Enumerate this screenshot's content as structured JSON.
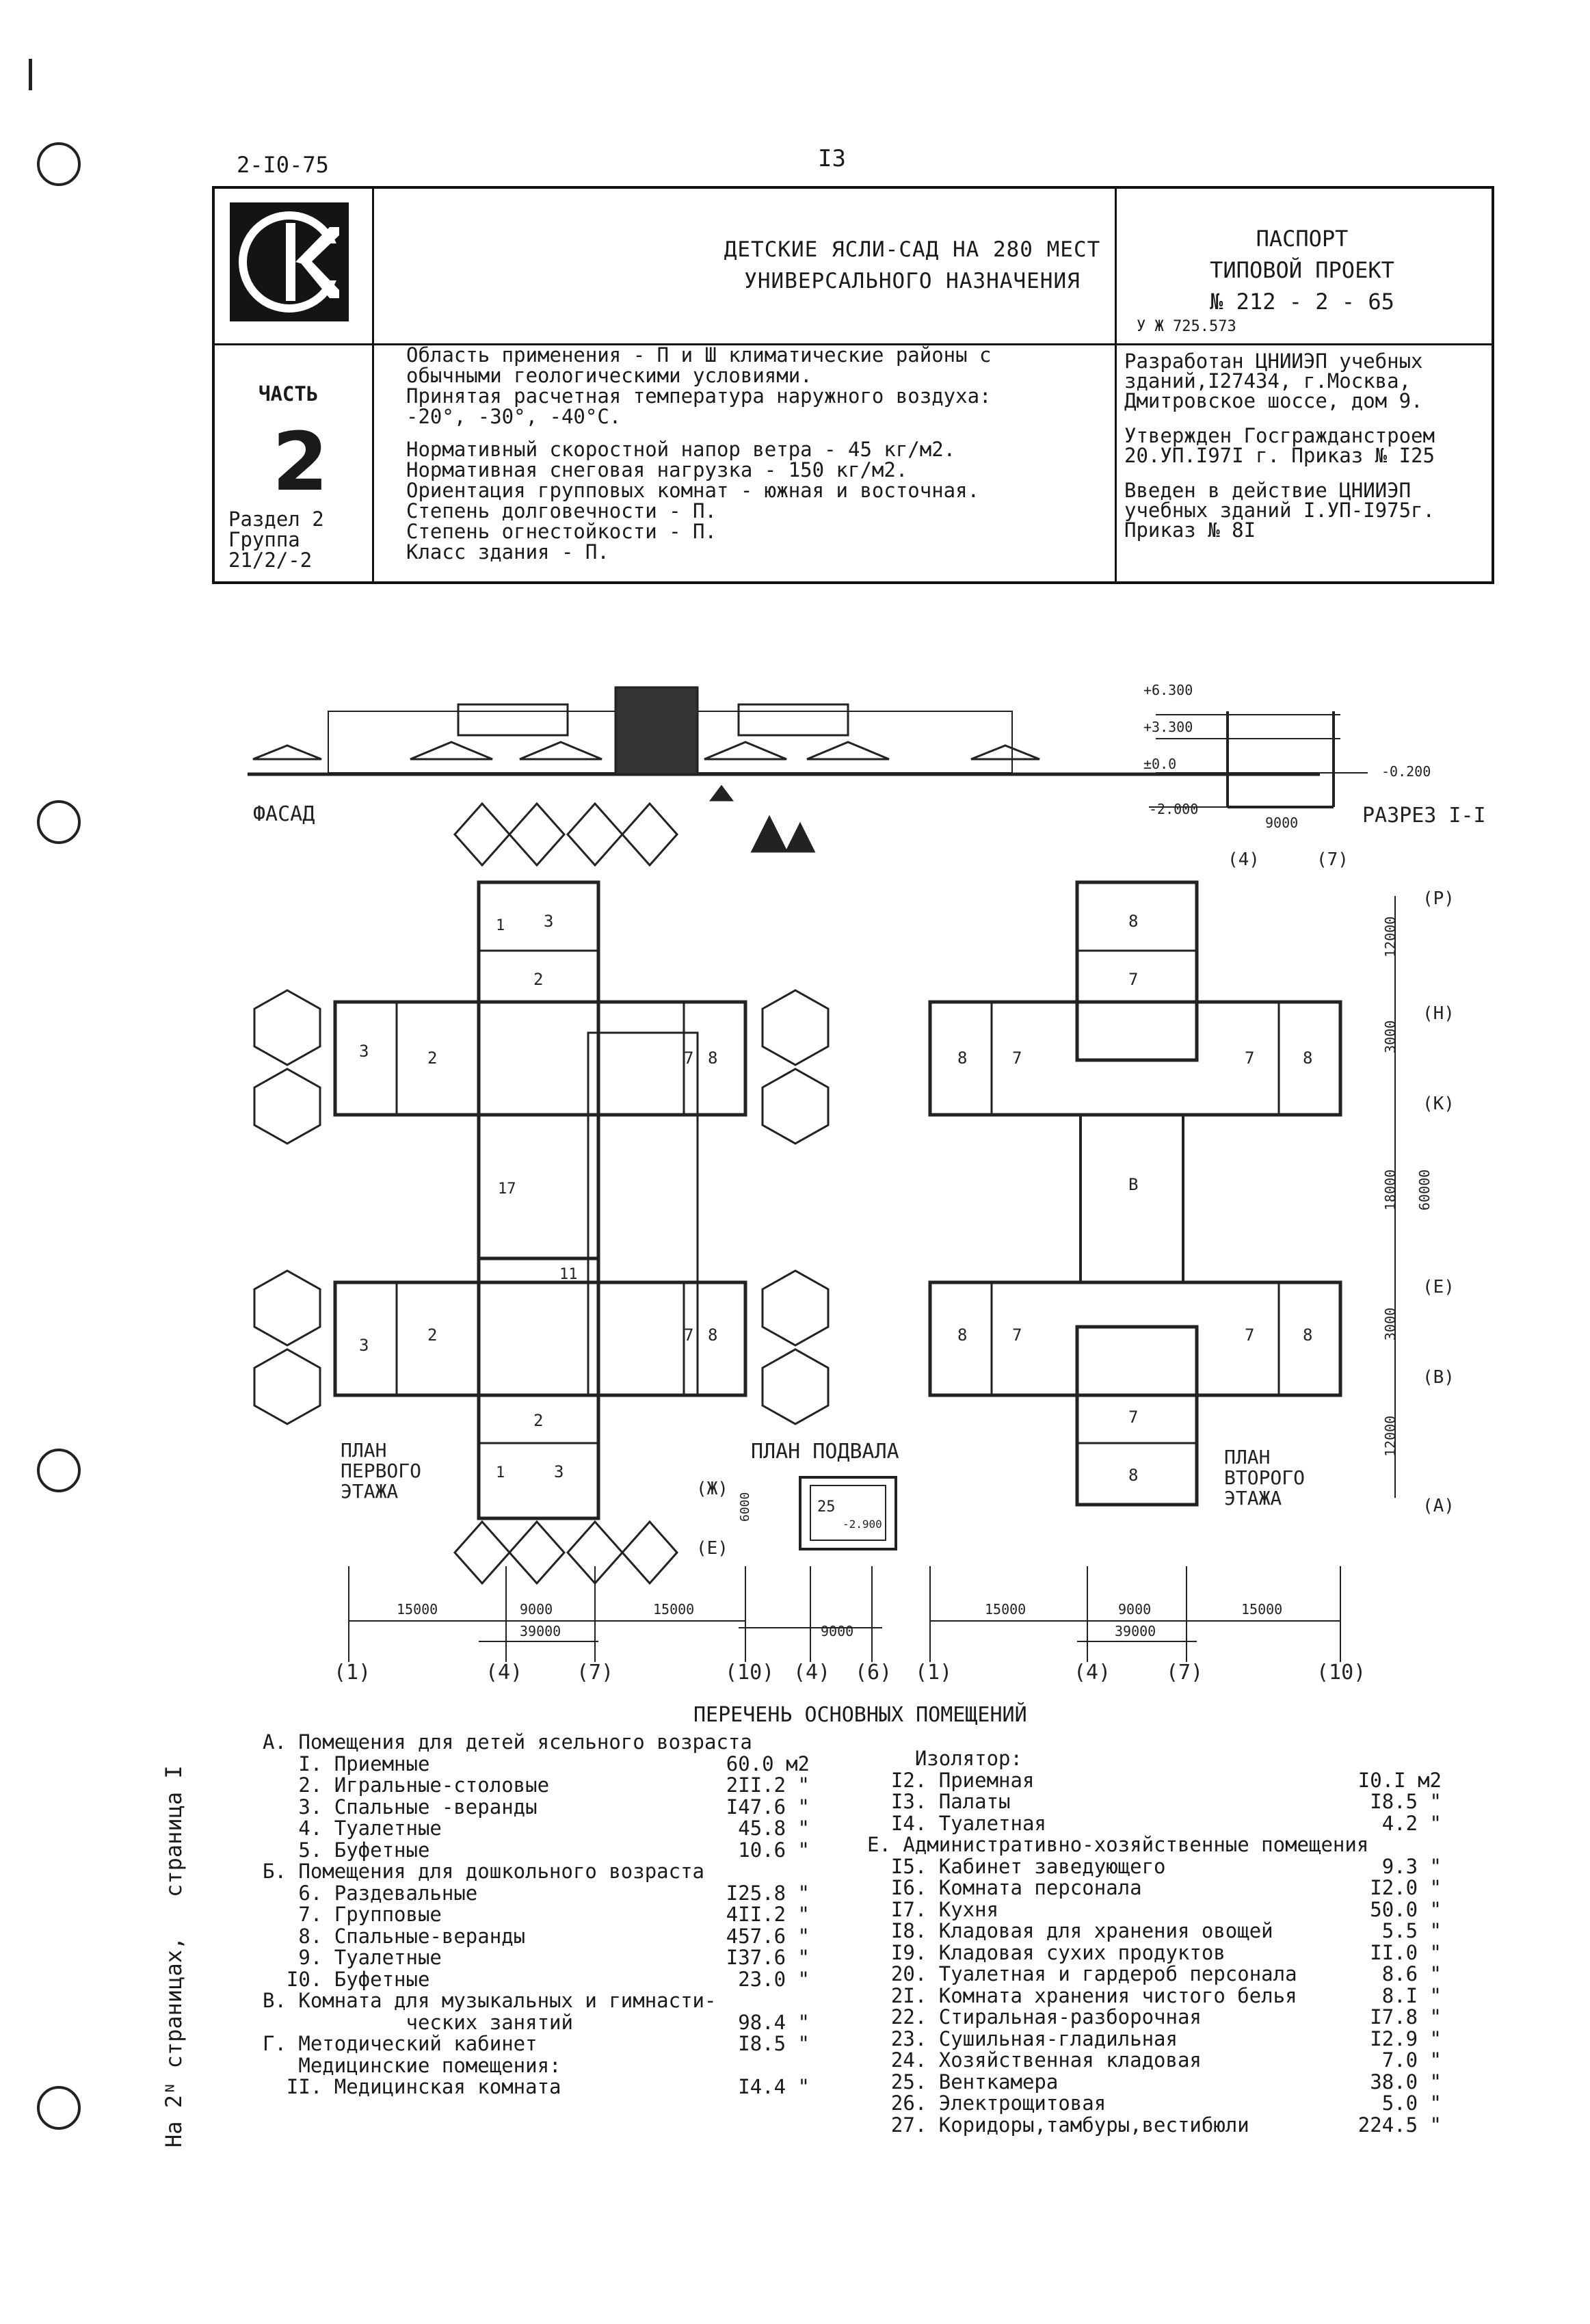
{
  "header": {
    "doc_code": "2-I0-75",
    "page_number": "I3"
  },
  "title_block": {
    "project_title_line1": "ДЕТСКИЕ ЯСЛИ-САД НА 280 МЕСТ",
    "project_title_line2": "УНИВЕРСАЛЬНОГО НАЗНАЧЕНИЯ",
    "passport_line1": "ПАСПОРТ",
    "passport_line2": "ТИПОВОЙ ПРОЕКТ",
    "passport_line3": "№ 212 - 2 - 65",
    "registry_code": "У Ж 725.573",
    "part_label": "ЧАСТЬ",
    "part_number": "2",
    "section": "Раздел 2",
    "group_label": "Группа",
    "group_code": "21/2/-2",
    "specs": [
      "Область применения - П и Ш климатические районы с",
      "обычными геологическими условиями.",
      "Принятая расчетная температура наружного воздуха:",
      "-20°,  -30°,  -40°С."
    ],
    "specs2": [
      "Нормативный  скоростной напор ветра  -   45 кг/м2.",
      "Нормативная снеговая нагрузка        - 150 кг/м2.",
      "Ориентация групповых комнат  -  южная и восточная.",
      "Степень долговечности  -  П.",
      "Степень огнестойкости  -  П.",
      "Класс здания           -  П."
    ],
    "developer": [
      "Разработан ЦНИИЭП учебных",
      "зданий,I27434, г.Москва,",
      "Дмитровское шоссе, дом 9."
    ],
    "approved": [
      "Утвержден Госгражданстроем",
      "20.УП.I97I г. Приказ № I25"
    ],
    "enacted": [
      "Введен в действие ЦНИИЭП",
      "учебных зданий  I.УП-I975г.",
      "Приказ № 8I"
    ]
  },
  "drawings": {
    "facade_label": "ФАСАД",
    "section_label": "РАЗРЕЗ I-I",
    "section_marks": [
      "+6.300",
      "+3.300",
      "±0.0",
      "-2.000",
      "-0.200",
      "9000"
    ],
    "plan1_label": [
      "ПЛАН",
      "ПЕРВОГО",
      "ЭТАЖА"
    ],
    "plan_basement_label": "ПЛАН ПОДВАЛА",
    "plan2_label": [
      "ПЛАН",
      "ВТОРОГО",
      "ЭТАЖА"
    ],
    "basement_room": "25",
    "basement_mark": "-2.900",
    "dims_plan1": [
      "15000",
      "9000",
      "15000",
      "39000"
    ],
    "dims_basement": [
      "6000",
      "9000"
    ],
    "dims_plan2": [
      "15000",
      "9000",
      "15000",
      "39000"
    ],
    "dims_vertical": [
      "12000",
      "3000",
      "18000",
      "60000",
      "3000",
      "12000"
    ],
    "axes_plan1": [
      "(1)",
      "(4)",
      "(7)"
    ],
    "axes_basement": [
      "(10)",
      "(4)",
      "(6)",
      "(Ж)",
      "(Е)"
    ],
    "axes_plan2": [
      "(1)",
      "(4)",
      "(7)",
      "(10)"
    ],
    "axes_letters": [
      "(Р)",
      "(Н)",
      "(К)",
      "(Е)",
      "(В)",
      "(А)"
    ]
  },
  "rooms_list": {
    "heading": "ПЕРЕЧЕНЬ ОСНОВНЫХ ПОМЕЩЕНИЙ",
    "left": [
      {
        "n": "А. Помещения для детей ясельного возраста",
        "v": ""
      },
      {
        "n": "   I. Приемные",
        "v": "60.0 м2"
      },
      {
        "n": "   2. Игральные-столовые",
        "v": "2II.2 \""
      },
      {
        "n": "   3. Спальные -веранды",
        "v": "I47.6 \""
      },
      {
        "n": "   4. Туалетные",
        "v": "45.8 \""
      },
      {
        "n": "   5. Буфетные",
        "v": "10.6 \""
      },
      {
        "n": "Б. Помещения для дошкольного возраста",
        "v": ""
      },
      {
        "n": "   6. Раздевальные",
        "v": "I25.8 \""
      },
      {
        "n": "   7. Групповые",
        "v": "4II.2 \""
      },
      {
        "n": "   8. Спальные-веранды",
        "v": "457.6 \""
      },
      {
        "n": "   9. Туалетные",
        "v": "I37.6 \""
      },
      {
        "n": "  I0. Буфетные",
        "v": "23.0 \""
      },
      {
        "n": "В. Комната для музыкальных и гимнасти-",
        "v": ""
      },
      {
        "n": "            ческих занятий",
        "v": "98.4 \""
      },
      {
        "n": "Г. Методический кабинет",
        "v": "I8.5 \""
      },
      {
        "n": "   Медицинские помещения:",
        "v": ""
      },
      {
        "n": "  II. Медицинская комната",
        "v": "I4.4 \""
      }
    ],
    "right": [
      {
        "n": "    Изолятор:",
        "v": ""
      },
      {
        "n": "  I2. Приемная",
        "v": "I0.I м2"
      },
      {
        "n": "  I3. Палаты",
        "v": "I8.5 \""
      },
      {
        "n": "  I4. Туалетная",
        "v": "4.2 \""
      },
      {
        "n": "Е. Административно-хозяйственные помещения",
        "v": ""
      },
      {
        "n": "  I5. Кабинет заведующего",
        "v": "9.3 \""
      },
      {
        "n": "  I6. Комната персонала",
        "v": "I2.0 \""
      },
      {
        "n": "  I7. Кухня",
        "v": "50.0 \""
      },
      {
        "n": "  I8. Кладовая для хранения овощей",
        "v": "5.5 \""
      },
      {
        "n": "  I9. Кладовая сухих продуктов",
        "v": "II.0 \""
      },
      {
        "n": "  20. Туалетная и гардероб персонала",
        "v": "8.6 \""
      },
      {
        "n": "  2I. Комната хранения чистого белья",
        "v": "8.I \""
      },
      {
        "n": "  22. Стиральная-разборочная",
        "v": "I7.8 \""
      },
      {
        "n": "  23. Сушильная-гладильная",
        "v": "I2.9 \""
      },
      {
        "n": "  24. Хозяйственная кладовая",
        "v": "7.0 \""
      },
      {
        "n": "  25. Венткамера",
        "v": "38.0 \""
      },
      {
        "n": "  26. Электрощитовая",
        "v": "5.0 \""
      },
      {
        "n": "  27. Коридоры,тамбуры,вестибюли",
        "v": "224.5 \""
      }
    ]
  },
  "side_note": "На 2ᴺ страницах,   страница I"
}
